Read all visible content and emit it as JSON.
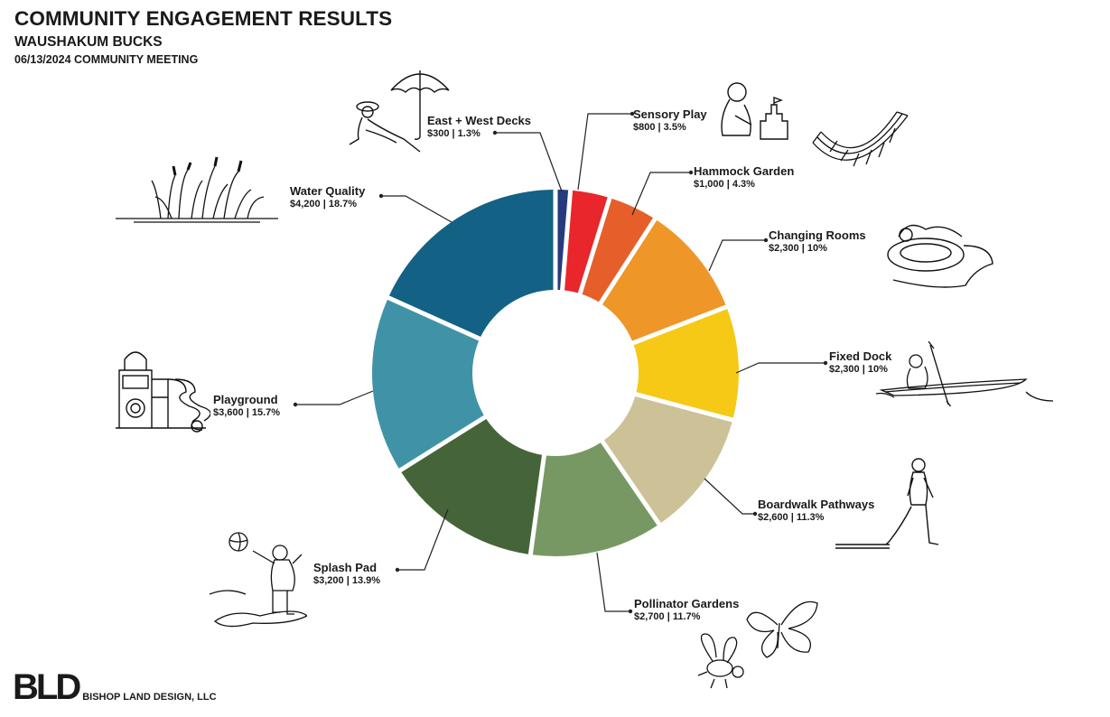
{
  "header": {
    "title": "COMMUNITY ENGAGEMENT RESULTS",
    "subtitle": "WAUSHAKUM BUCKS",
    "meeting": "06/13/2024 COMMUNITY MEETING"
  },
  "footer": {
    "logo": "BLD",
    "firm": "BISHOP LAND DESIGN, LLC"
  },
  "labels": [
    {
      "name": "East + West Decks",
      "value": "$300 | 1.3%"
    },
    {
      "name": "Sensory Play",
      "value": "$800 | 3.5%"
    },
    {
      "name": "Hammock Garden",
      "value": "$1,000 | 4.3%"
    },
    {
      "name": "Changing Rooms",
      "value": "$2,300 | 10%"
    },
    {
      "name": "Fixed Dock",
      "value": "$2,300 | 10%"
    },
    {
      "name": "Boardwalk Pathways",
      "value": "$2,600 | 11.3%"
    },
    {
      "name": "Pollinator Gardens",
      "value": "$2,700 | 11.7%"
    },
    {
      "name": "Splash Pad",
      "value": "$3,200 | 13.9%"
    },
    {
      "name": "Playground",
      "value": "$3,600 | 15.7%"
    },
    {
      "name": "Water Quality",
      "value": "$4,200 | 18.7%"
    }
  ],
  "chart_data": {
    "type": "pie",
    "subtype": "donut",
    "title": "COMMUNITY ENGAGEMENT RESULTS",
    "subtitle": "WAUSHAKUM BUCKS — 06/13/2024 COMMUNITY MEETING",
    "start_angle": "12 o'clock, clockwise",
    "categories": [
      "East + West Decks",
      "Sensory Play",
      "Hammock Garden",
      "Changing Rooms",
      "Fixed Dock",
      "Boardwalk Pathways",
      "Pollinator Gardens",
      "Splash Pad",
      "Playground",
      "Water Quality"
    ],
    "values": [
      300,
      800,
      1000,
      2300,
      2300,
      2600,
      2700,
      3200,
      3600,
      4200
    ],
    "percentages": [
      1.3,
      3.5,
      4.3,
      10,
      10,
      11.3,
      11.7,
      13.9,
      15.7,
      18.7
    ],
    "units": "$ (Waushakum Bucks)",
    "colors": [
      "#263a7e",
      "#e8262c",
      "#e65f2a",
      "#ef9628",
      "#f5c916",
      "#ccc197",
      "#789863",
      "#466439",
      "#4093a7",
      "#136285"
    ],
    "legend": "none (callout labels with leader lines)"
  }
}
